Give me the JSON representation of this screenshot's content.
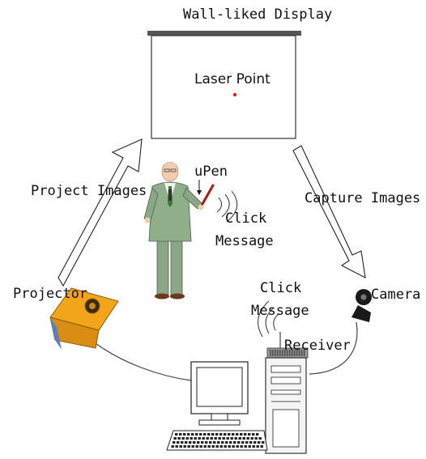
{
  "labels": {
    "display": "Wall-liked Display",
    "laser_point": "Laser Point",
    "project_images": "Project Images",
    "capture_images": "Capture Images",
    "upen": "uPen",
    "click_message_1_line1": "Click",
    "click_message_1_line2": "Message",
    "click_message_2_line1": "Click",
    "click_message_2_line2": "Message",
    "projector": "Projector",
    "camera": "Camera",
    "receiver": "Receiver"
  },
  "colors": {
    "laser_dot": "#e0201a",
    "projector_body": "#f2a51a",
    "projector_side": "#5a7fc0",
    "presenter_suit": "#8fae8a",
    "presenter_tie": "#3d7a3a",
    "upen": "#a0251e",
    "camera": "#1a1a1a"
  }
}
